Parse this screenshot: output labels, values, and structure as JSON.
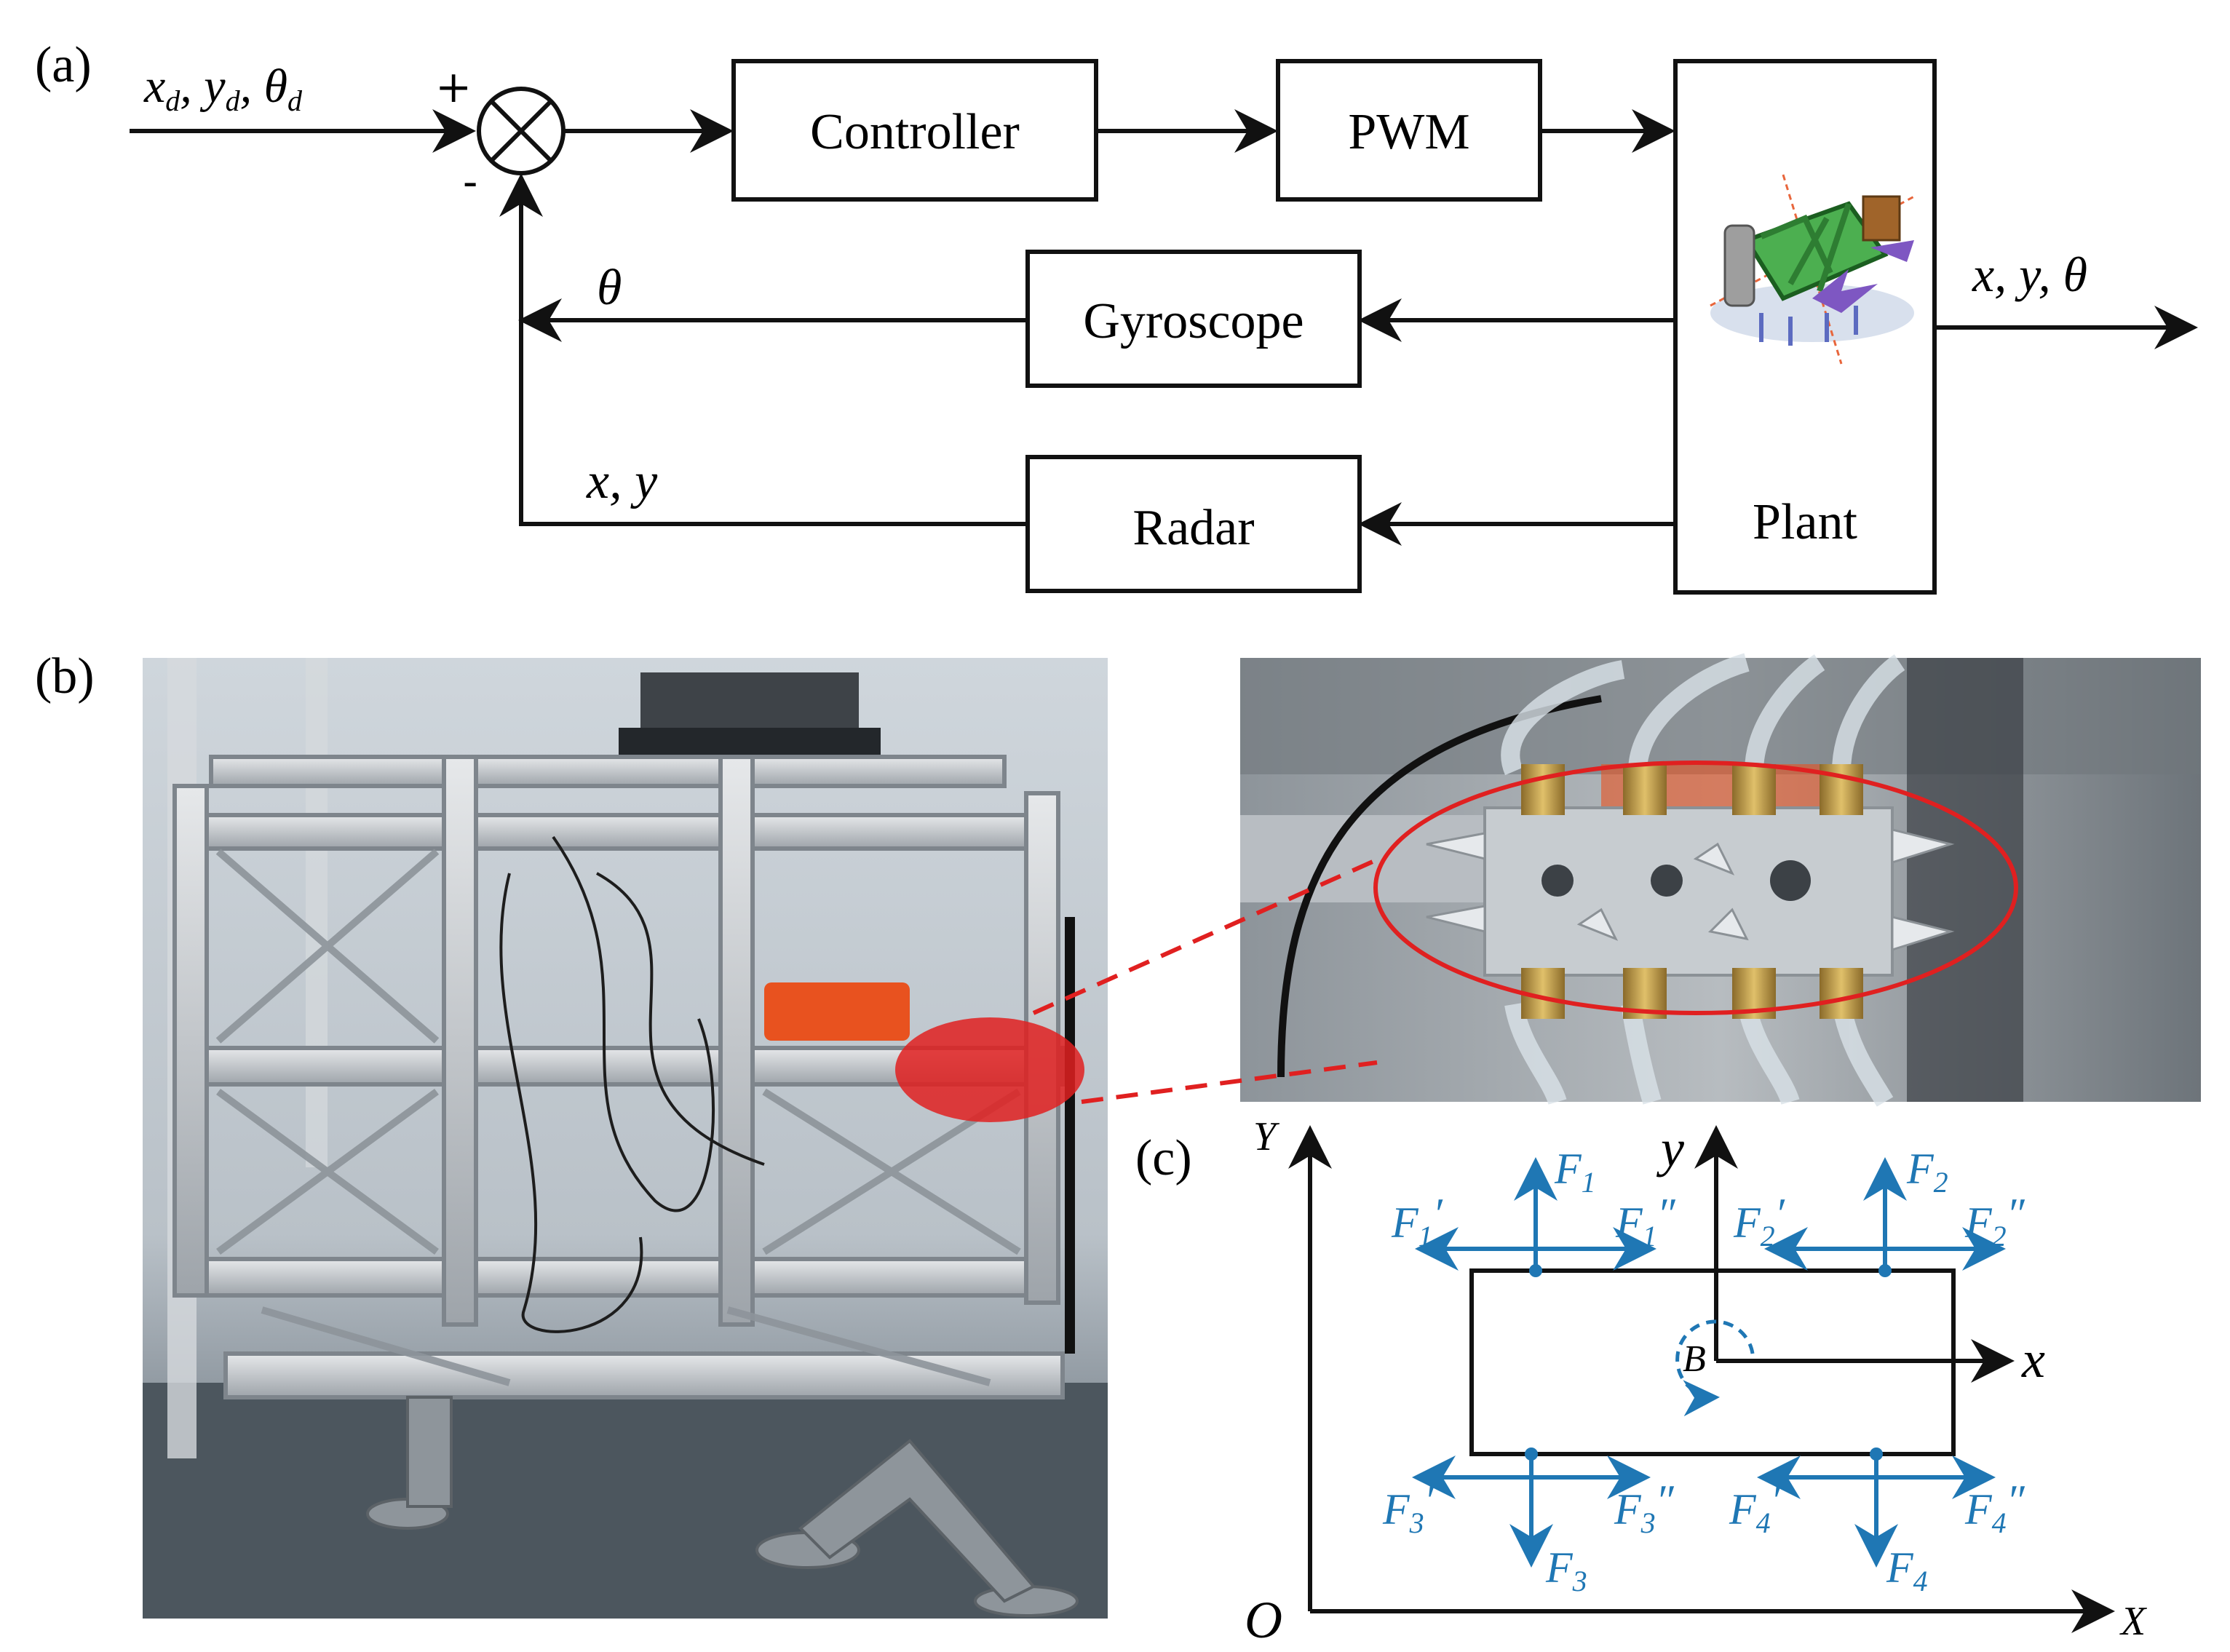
{
  "panels": {
    "a": "(a)",
    "b": "(b)",
    "c": "(c)"
  },
  "block_diagram": {
    "input_label": "x_d, y_d, θ_d",
    "sum_plus": "+",
    "sum_minus": "-",
    "controller": "Controller",
    "pwm": "PWM",
    "plant": "Plant",
    "gyroscope": "Gyroscope",
    "radar": "Radar",
    "gyro_signal": "θ",
    "radar_signal": "x, y",
    "output_label": "x, y, θ"
  },
  "force_diagram": {
    "world_y": "Y",
    "world_x": "X",
    "origin": "O",
    "body_y": "y",
    "body_x": "x",
    "body_center": "B",
    "forces": {
      "f1": "F",
      "f1_sub": "1",
      "f1p": "F",
      "f1p_sub": "1",
      "f1p_mark": "′",
      "f1pp": "F",
      "f1pp_sub": "1",
      "f1pp_mark": "″",
      "f2": "F",
      "f2_sub": "2",
      "f2p": "F",
      "f2p_sub": "2",
      "f2p_mark": "′",
      "f2pp": "F",
      "f2pp_sub": "2",
      "f2pp_mark": "″",
      "f3": "F",
      "f3_sub": "3",
      "f3p": "F",
      "f3p_sub": "3",
      "f3p_mark": "′",
      "f3pp": "F",
      "f3pp_sub": "3",
      "f3pp_mark": "″",
      "f4": "F",
      "f4_sub": "4",
      "f4p": "F",
      "f4p_sub": "4",
      "f4p_mark": "′",
      "f4pp": "F",
      "f4pp_sub": "4",
      "f4pp_mark": "″"
    }
  },
  "colors": {
    "force_blue": "#1f77b4",
    "highlight_red": "#e02020"
  }
}
